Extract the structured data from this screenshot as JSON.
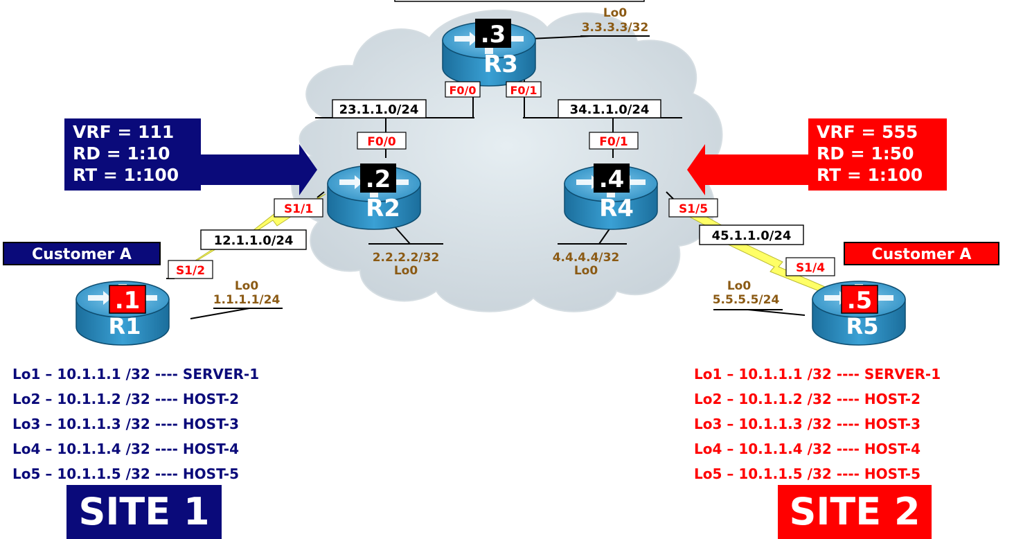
{
  "colors": {
    "navy": "#0a0a7a",
    "red": "#ff0000",
    "brown": "#8b5a14",
    "cloud": "#d4dde3",
    "router": "#2a8cc0"
  },
  "routers": [
    {
      "id": "r1",
      "name": "R1",
      "tag": ".1",
      "tag_color": "red"
    },
    {
      "id": "r2",
      "name": "R2",
      "tag": ".2",
      "tag_color": "black"
    },
    {
      "id": "r3",
      "name": "R3",
      "tag": ".3",
      "tag_color": "black"
    },
    {
      "id": "r4",
      "name": "R4",
      "tag": ".4",
      "tag_color": "black"
    },
    {
      "id": "r5",
      "name": "R5",
      "tag": ".5",
      "tag_color": "red"
    }
  ],
  "interfaces": {
    "r3_f00": "F0/0",
    "r3_f01": "F0/1",
    "r2_f00": "F0/0",
    "r4_f01": "F0/1",
    "r2_s11": "S1/1",
    "r1_s12": "S1/2",
    "r4_s15": "S1/5",
    "r5_s14": "S1/4"
  },
  "subnets": {
    "r2_r3": "23.1.1.0/24",
    "r3_r4": "34.1.1.0/24",
    "r1_r2": "12.1.1.0/24",
    "r4_r5": "45.1.1.0/24"
  },
  "loopbacks": {
    "r1": {
      "name": "Lo0",
      "addr": "1.1.1.1/24"
    },
    "r2": {
      "name": "Lo0",
      "addr": "2.2.2.2/32"
    },
    "r3": {
      "name": "Lo0",
      "addr": "3.3.3.3/32"
    },
    "r4": {
      "name": "Lo0",
      "addr": "4.4.4.4/32"
    },
    "r5": {
      "name": "Lo0",
      "addr": "5.5.5.5/24"
    }
  },
  "vrf_left": {
    "vrf": "VRF = 111",
    "rd": "RD = 1:10",
    "rt": "RT = 1:100"
  },
  "vrf_right": {
    "vrf": "VRF = 555",
    "rd": "RD = 1:50",
    "rt": "RT = 1:100"
  },
  "customer_left": "Customer A",
  "customer_right": "Customer A",
  "site1": {
    "label": "SITE 1",
    "loopbacks": [
      "Lo1 – 10.1.1.1 /32 ---- SERVER-1",
      "Lo2 – 10.1.1.2 /32 ---- HOST-2",
      "Lo3 – 10.1.1.3 /32 ---- HOST-3",
      "Lo4 – 10.1.1.4 /32 ---- HOST-4",
      "Lo5 – 10.1.1.5 /32 ---- HOST-5"
    ]
  },
  "site2": {
    "label": "SITE 2",
    "loopbacks": [
      "Lo1 – 10.1.1.1 /32 ---- SERVER-1",
      "Lo2 – 10.1.1.2 /32 ---- HOST-2",
      "Lo3 – 10.1.1.3 /32 ---- HOST-3",
      "Lo4 – 10.1.1.4 /32 ---- HOST-4",
      "Lo5 – 10.1.1.5 /32 ---- HOST-5"
    ]
  }
}
